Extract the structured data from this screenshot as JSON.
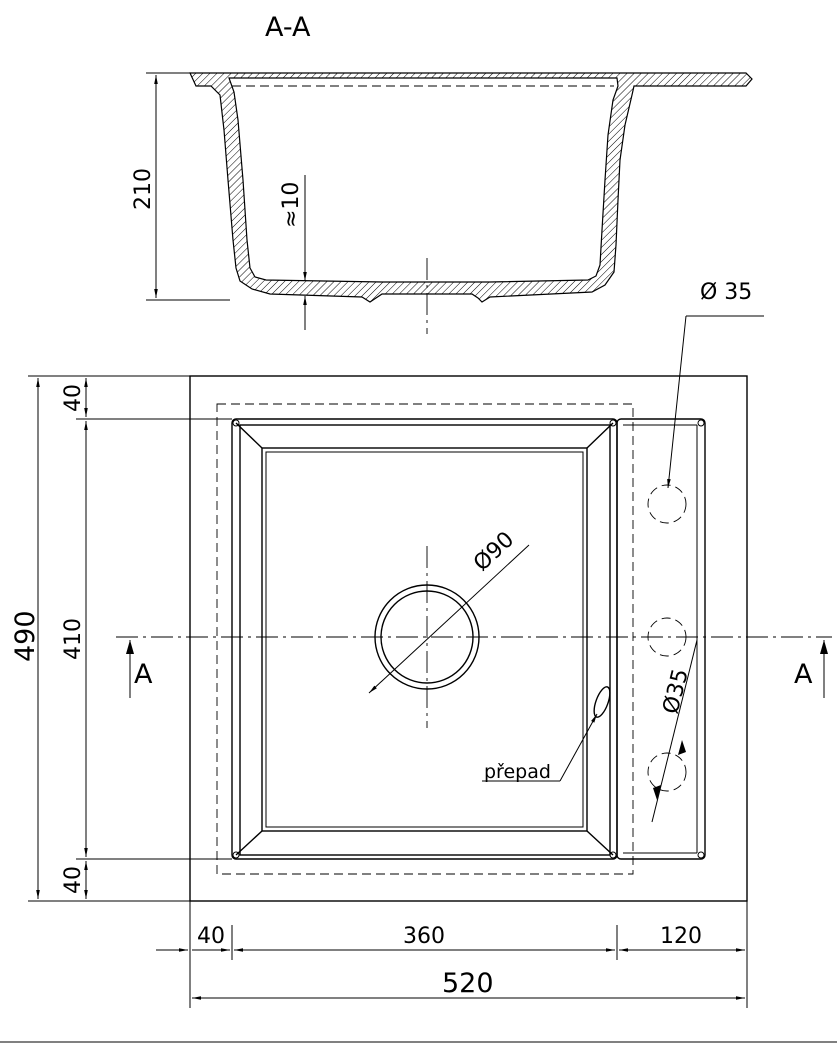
{
  "section": {
    "title": "A-A",
    "depth": "210",
    "wall_thickness": "≈10"
  },
  "plan": {
    "section_marker_left": "A",
    "section_marker_right": "A",
    "drain_diameter": "Ø90",
    "tap_hole_diameter_top": "Ø 35",
    "tap_hole_diameter_side": "Ø35",
    "overflow_label": "přepad"
  },
  "dimensions": {
    "height_total": "490",
    "height_inner": "410",
    "top_margin": "40",
    "bottom_margin": "40",
    "left_margin": "40",
    "bowl_width": "360",
    "drainboard_width": "120",
    "width_total": "520"
  }
}
